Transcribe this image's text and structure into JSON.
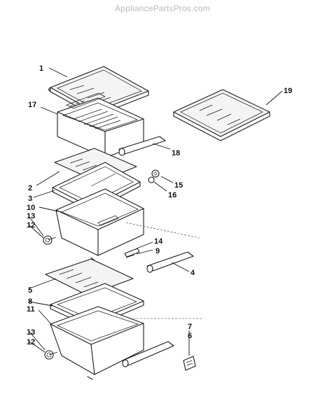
{
  "watermark": "AppliancePartsPros.com",
  "callouts": [
    {
      "id": "c1",
      "label": "1"
    },
    {
      "id": "c17",
      "label": "17"
    },
    {
      "id": "c19",
      "label": "19"
    },
    {
      "id": "c18",
      "label": "18"
    },
    {
      "id": "c2",
      "label": "2"
    },
    {
      "id": "c3",
      "label": "3"
    },
    {
      "id": "c15",
      "label": "15"
    },
    {
      "id": "c16",
      "label": "16"
    },
    {
      "id": "c10",
      "label": "10"
    },
    {
      "id": "c13a",
      "label": "13"
    },
    {
      "id": "c12a",
      "label": "12"
    },
    {
      "id": "c14",
      "label": "14"
    },
    {
      "id": "c9",
      "label": "9"
    },
    {
      "id": "c4",
      "label": "4"
    },
    {
      "id": "c5",
      "label": "5"
    },
    {
      "id": "c8",
      "label": "8"
    },
    {
      "id": "c11",
      "label": "11"
    },
    {
      "id": "c7",
      "label": "7"
    },
    {
      "id": "c6",
      "label": "6"
    },
    {
      "id": "c13b",
      "label": "13"
    },
    {
      "id": "c12b",
      "label": "12"
    }
  ]
}
